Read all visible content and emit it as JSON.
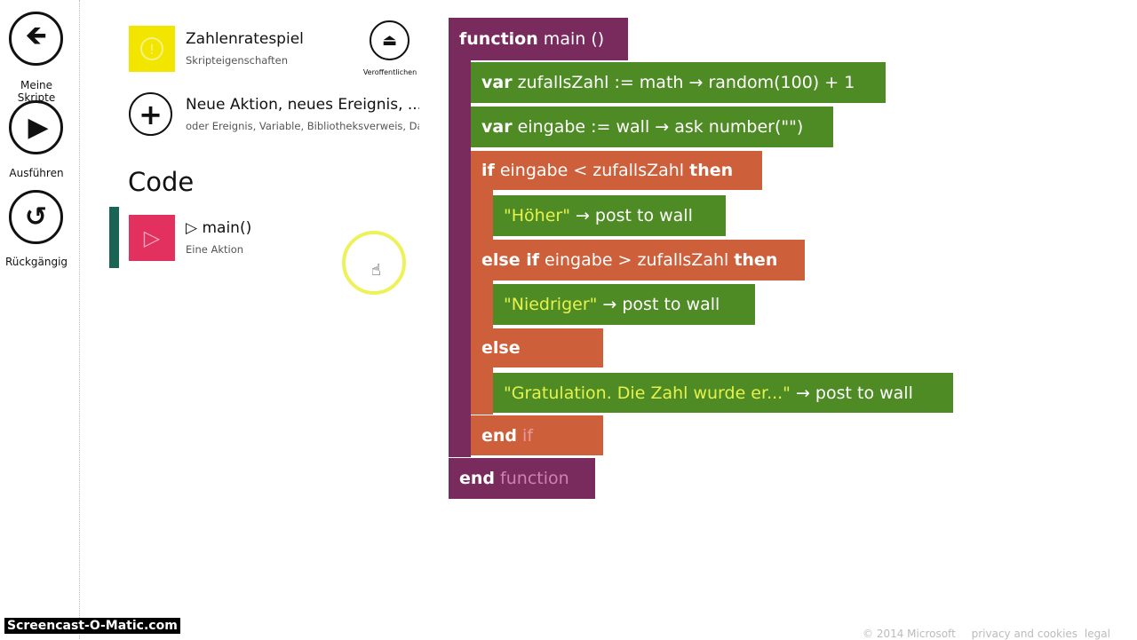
{
  "nav": [
    {
      "label": "Meine Skripte",
      "icon": "arrow-left-icon"
    },
    {
      "label": "Ausführen",
      "icon": "play-icon"
    },
    {
      "label": "Rückgängig",
      "icon": "undo-icon"
    }
  ],
  "script": {
    "title": "Zahlenratespiel",
    "subtitle": "Skripteigenschaften",
    "tile_color": "#f2e600"
  },
  "publish": {
    "label": "Veroffentlichen"
  },
  "add": {
    "title": "Neue Aktion, neues Ereignis, ... h",
    "subtitle": "oder Ereignis, Variable, Bibliotheksverweis, Date"
  },
  "code": {
    "heading": "Code",
    "item_title": "▷ main()",
    "item_subtitle": "Eine Aktion",
    "tile_color": "#e2305f"
  },
  "lines": [
    [
      {
        "t": "function",
        "k": "kw"
      },
      {
        "t": " main ()",
        "k": ""
      }
    ],
    [
      {
        "t": "var",
        "k": "kw"
      },
      {
        "t": " zufallsZahl := math → random(100) + 1",
        "k": ""
      }
    ],
    [
      {
        "t": "var",
        "k": "kw"
      },
      {
        "t": " eingabe := wall → ask number(\"\")",
        "k": ""
      }
    ],
    [
      {
        "t": "if",
        "k": "kw"
      },
      {
        "t": " eingabe < zufallsZahl ",
        "k": ""
      },
      {
        "t": "then",
        "k": "kw"
      }
    ],
    [
      {
        "t": "\"Höher\"",
        "k": "str"
      },
      {
        "t": " → post to wall",
        "k": ""
      }
    ],
    [
      {
        "t": "else if",
        "k": "kw"
      },
      {
        "t": " eingabe > zufallsZahl ",
        "k": ""
      },
      {
        "t": "then",
        "k": "kw"
      }
    ],
    [
      {
        "t": "\"Niedriger\"",
        "k": "str"
      },
      {
        "t": " → post to wall",
        "k": ""
      }
    ],
    [
      {
        "t": "else",
        "k": "kw"
      }
    ],
    [
      {
        "t": "\"Gratulation. Die Zahl wurde er...\"",
        "k": "str"
      },
      {
        "t": " → post to wall",
        "k": ""
      }
    ],
    [
      {
        "t": "end",
        "k": "kw"
      },
      {
        "t": " if",
        "k": "dim"
      }
    ],
    [
      {
        "t": "end",
        "k": "kw"
      },
      {
        "t": " function",
        "k": "dimp"
      }
    ]
  ],
  "footer": {
    "copyright": "© 2014 Microsoft",
    "privacy": "privacy and cookies",
    "legal": "legal"
  },
  "watermark": "Screencast-O-Matic.com"
}
